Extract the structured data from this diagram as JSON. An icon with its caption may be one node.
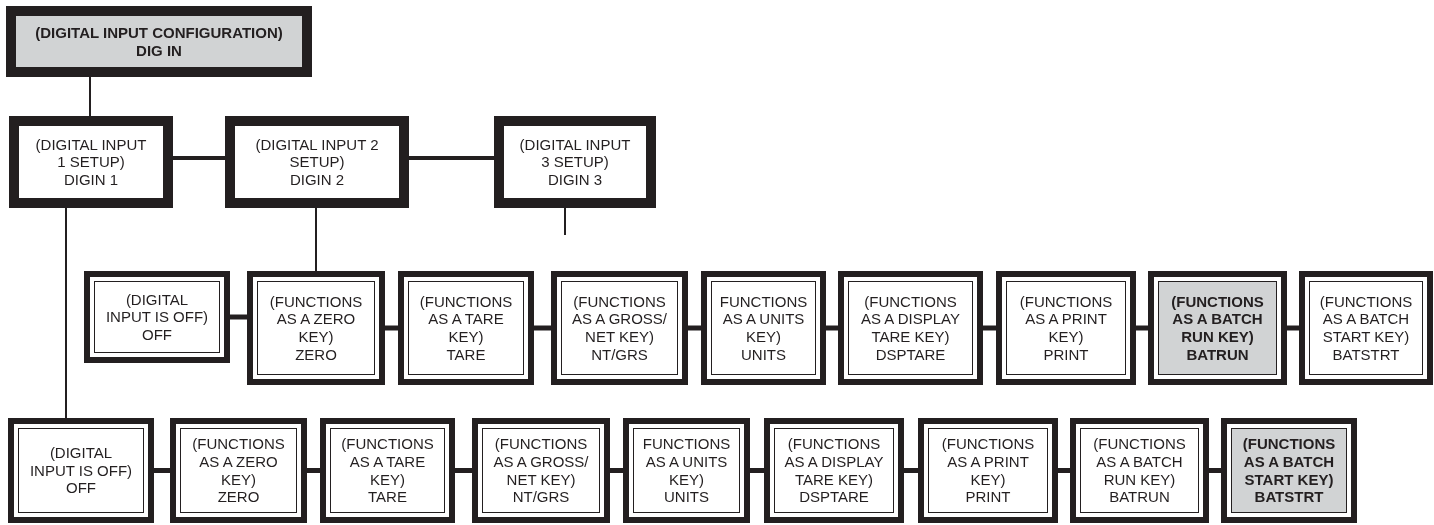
{
  "diagram": {
    "nodes": [
      {
        "text": [
          "(DIGITAL INPUT CONFIGURATION)",
          "DIG IN"
        ]
      },
      {
        "text": [
          "(DIGITAL INPUT 1 SETUP)",
          "DIGIN 1"
        ]
      },
      {
        "text": [
          "(DIGITAL INPUT 2 SETUP)",
          "DIGIN 2"
        ]
      },
      {
        "text": [
          "(DIGITAL INPUT 3 SETUP)",
          "DIGIN 3"
        ]
      },
      {
        "text": [
          "(DIGITAL INPUT IS OFF)",
          "OFF"
        ]
      },
      {
        "text": [
          "(FUNCTIONS AS A ZERO KEY)",
          "ZERO"
        ]
      },
      {
        "text": [
          "(FUNCTIONS AS A TARE KEY)",
          "TARE"
        ]
      },
      {
        "text": [
          "(FUNCTIONS AS A GROSS/ NET KEY)",
          "NT/GRS"
        ]
      },
      {
        "text": [
          "FUNCTIONS AS A UNITS KEY)",
          "UNITS"
        ]
      },
      {
        "text": [
          "(FUNCTIONS AS A DISPLAY TARE KEY)",
          "DSPTARE"
        ]
      },
      {
        "text": [
          "(FUNCTIONS AS A PRINT KEY)",
          "PRINT"
        ]
      },
      {
        "text": [
          "(FUNCTIONS AS A BATCH RUN KEY)",
          "BATRUN"
        ]
      },
      {
        "text": [
          "(FUNCTIONS AS A BATCH START KEY)",
          "BATSTRT"
        ]
      },
      {
        "text": [
          "(DIGITAL INPUT IS OFF)",
          "OFF"
        ]
      },
      {
        "text": [
          "(FUNCTIONS AS A ZERO KEY)",
          "ZERO"
        ]
      },
      {
        "text": [
          "(FUNCTIONS AS A TARE KEY)",
          "TARE"
        ]
      },
      {
        "text": [
          "(FUNCTIONS AS A GROSS/ NET KEY)",
          "NT/GRS"
        ]
      },
      {
        "text": [
          "FUNCTIONS AS A UNITS KEY)",
          "UNITS"
        ]
      },
      {
        "text": [
          "(FUNCTIONS AS A DISPLAY TARE KEY)",
          "DSPTARE"
        ]
      },
      {
        "text": [
          "(FUNCTIONS AS A PRINT KEY)",
          "PRINT"
        ]
      },
      {
        "text": [
          "(FUNCTIONS AS A BATCH RUN KEY)",
          "BATRUN"
        ]
      },
      {
        "text": [
          "(FUNCTIONS AS A BATCH START KEY)",
          "BATSTRT"
        ]
      }
    ],
    "edges": [
      {
        "from": 0,
        "to": 1,
        "arrow": "none"
      },
      {
        "from": 1,
        "to": 2,
        "arrow": "none"
      },
      {
        "from": 2,
        "to": 3,
        "arrow": "none"
      },
      {
        "from": 2,
        "to": 5,
        "arrow": "none"
      },
      {
        "from": 3,
        "to": null,
        "arrow": "none"
      },
      {
        "from": 1,
        "to": 13,
        "arrow": "none"
      },
      {
        "from": 4,
        "to": 5,
        "arrow": "none"
      },
      {
        "from": 5,
        "to": 6,
        "arrow": "none"
      },
      {
        "from": 6,
        "to": 7,
        "arrow": "none"
      },
      {
        "from": 7,
        "to": 8,
        "arrow": "none"
      },
      {
        "from": 8,
        "to": 9,
        "arrow": "none"
      },
      {
        "from": 9,
        "to": 10,
        "arrow": "none"
      },
      {
        "from": 10,
        "to": 11,
        "arrow": "none"
      },
      {
        "from": 11,
        "to": 12,
        "arrow": "none"
      },
      {
        "from": 13,
        "to": 14,
        "arrow": "none"
      },
      {
        "from": 14,
        "to": 15,
        "arrow": "none"
      },
      {
        "from": 15,
        "to": 16,
        "arrow": "none"
      },
      {
        "from": 16,
        "to": 17,
        "arrow": "none"
      },
      {
        "from": 17,
        "to": 18,
        "arrow": "none"
      },
      {
        "from": 18,
        "to": 19,
        "arrow": "none"
      },
      {
        "from": 19,
        "to": 20,
        "arrow": "none"
      },
      {
        "from": 20,
        "to": 21,
        "arrow": "none"
      }
    ]
  }
}
